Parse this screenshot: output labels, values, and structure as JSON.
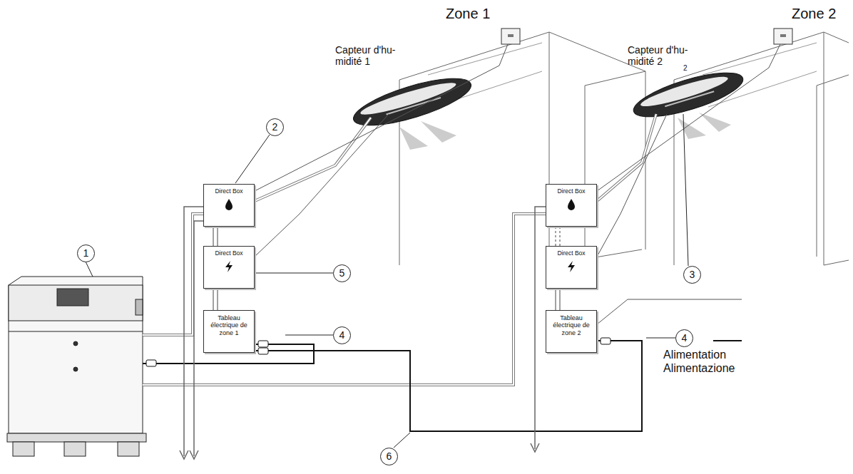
{
  "diagram": {
    "nodes": [
      {
        "text": [
          "Direct Box"
        ]
      },
      {
        "text": [
          "Direct Box"
        ]
      },
      {
        "text": [
          "Tableau électrique de zone 1"
        ]
      },
      {
        "text": [
          "Direct Box"
        ]
      },
      {
        "text": [
          "Direct Box"
        ]
      },
      {
        "text": [
          "Tableau électrique de zone 2"
        ]
      }
    ],
    "edges": [
      {
        "from": 0,
        "to": 1,
        "arrow": "none"
      },
      {
        "from": 1,
        "to": 2,
        "arrow": "none"
      },
      {
        "from": 3,
        "to": 4,
        "arrow": "none"
      },
      {
        "from": 4,
        "to": 5,
        "arrow": "none"
      }
    ],
    "labels": [
      "Zone 1",
      "Zone 2",
      "Capteur d'hu- midité 1",
      "Capteur d'hu- midité 2",
      "2",
      "1",
      "2",
      "3",
      "4",
      "4",
      "5",
      "6",
      "Alimentation",
      "Alimentazione"
    ]
  }
}
